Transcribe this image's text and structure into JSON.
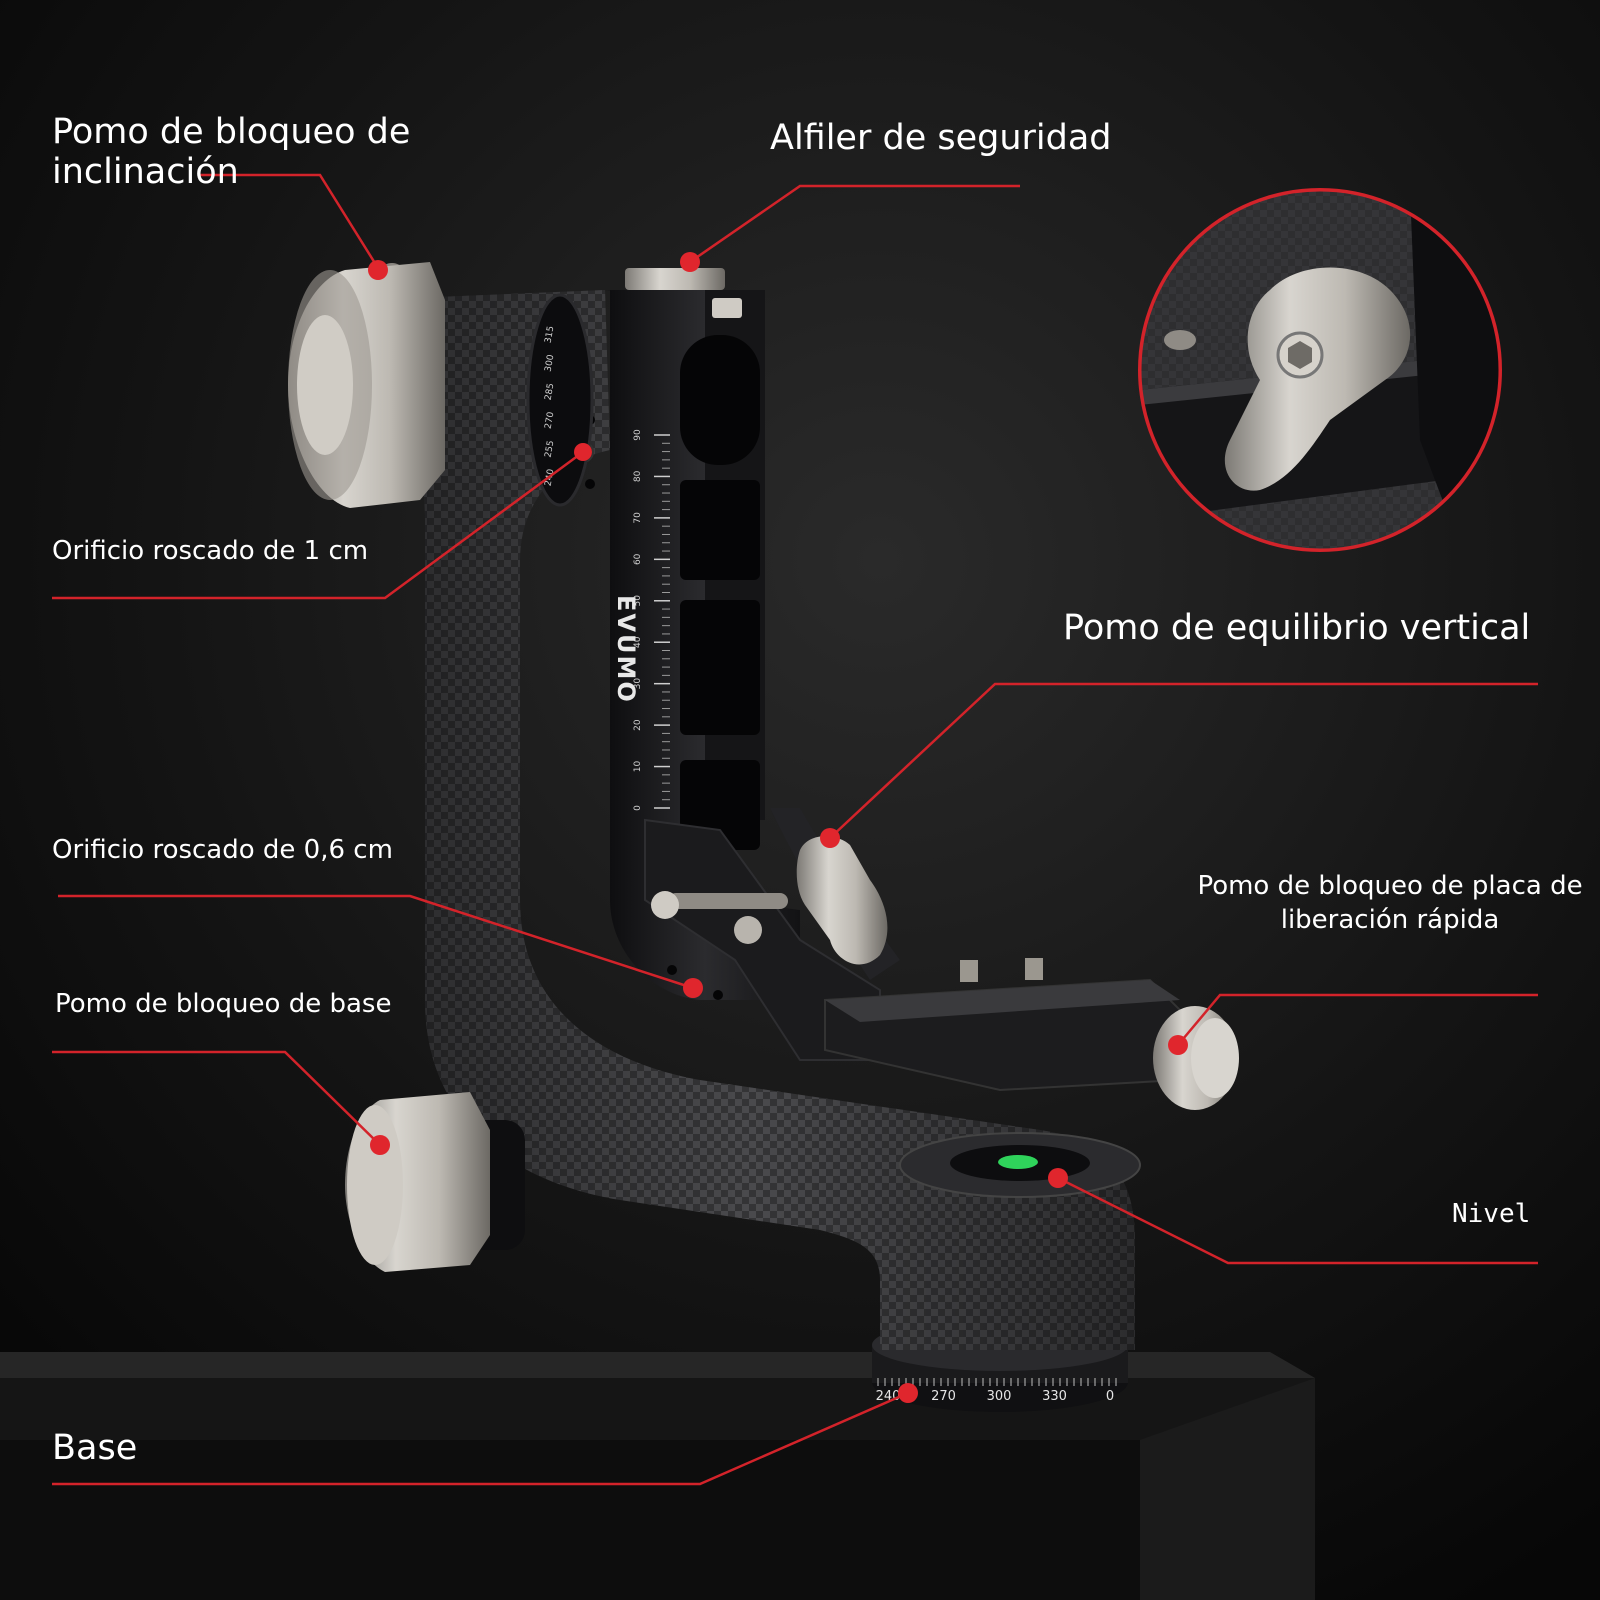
{
  "labels": {
    "tilt_lock_knob": "Pomo de bloqueo de inclinación",
    "safety_pin": "Alfiler de seguridad",
    "threaded_hole_1cm": "Orificio roscado de 1 cm",
    "vertical_balance_knob": "Pomo de equilibrio vertical",
    "threaded_hole_06cm": "Orificio roscado de 0,6 cm",
    "quick_release_lock_knob": "Pomo de bloqueo de placa de liberación rápida",
    "base_lock_knob": "Pomo de bloqueo de base",
    "level": "Nivel",
    "base": "Base"
  },
  "product": {
    "brand": "EVUMO"
  },
  "scale": {
    "vertical_ticks": [
      "0",
      "10",
      "20",
      "30",
      "40",
      "50",
      "60",
      "70",
      "80",
      "90"
    ],
    "base_ticks": [
      "240",
      "270",
      "300",
      "330",
      "0"
    ],
    "tilt_ticks": [
      "240",
      "255",
      "270",
      "285",
      "300",
      "315"
    ]
  },
  "colors": {
    "callout_line": "#d3232a",
    "callout_dot": "#e0262d",
    "background": "#0b0b0b",
    "carbon": "#3a3a3c",
    "metal_dark": "#1c1c1e",
    "knob_silver": "#b8b4ad",
    "bubble_level": "#2fd35b"
  }
}
